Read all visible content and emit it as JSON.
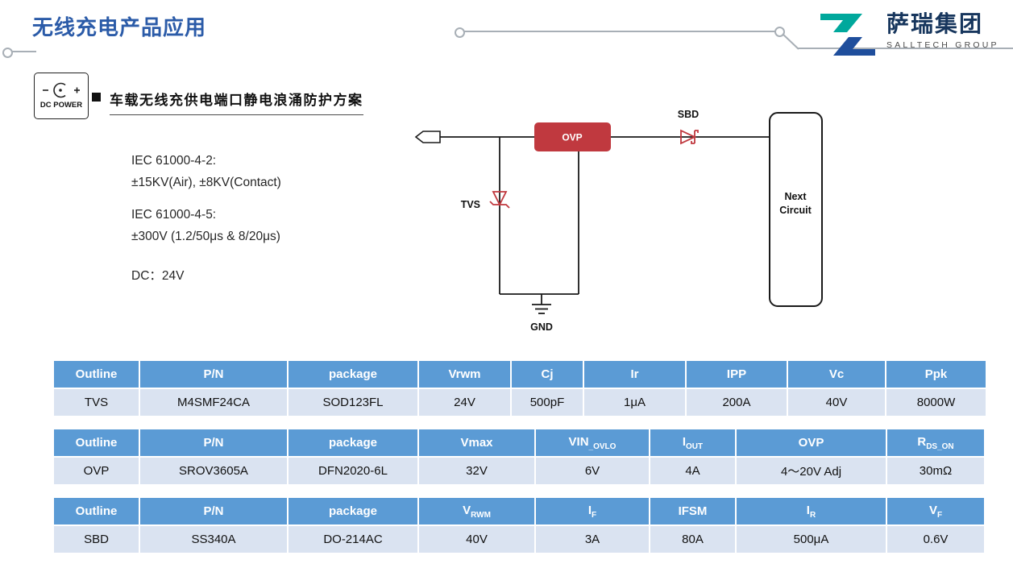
{
  "page": {
    "title": "无线充电产品应用",
    "bullet": "■",
    "heading": "车载无线充供电端口静电浪涌防护方案"
  },
  "logo": {
    "name": "萨瑞集团",
    "subtitle": "SALLTECH GROUP"
  },
  "dc_power": {
    "label": "DC POWER"
  },
  "specs": {
    "lines": [
      "IEC 61000-4-2:",
      "±15KV(Air), ±8KV(Contact)",
      "IEC 61000-4-5:",
      "±300V  (1.2/50μs & 8/20μs)",
      "DC：24V"
    ]
  },
  "circuit": {
    "ovp": "OVP",
    "sbd": "SBD",
    "tvs": "TVS",
    "gnd": "GND",
    "next_line1": "Next",
    "next_line2": "Circuit"
  },
  "tables": [
    {
      "headers": [
        "Outline",
        "P/N",
        "package",
        "Vrwm",
        "Cj",
        "Ir",
        "IPP",
        "Vc",
        "Ppk"
      ],
      "row": [
        "TVS",
        "M4SMF24CA",
        "SOD123FL",
        "24V",
        "500pF",
        "1μA",
        "200A",
        "40V",
        "8000W"
      ]
    },
    {
      "headers": [
        "Outline",
        "P/N",
        "package",
        "Vmax",
        "VIN|_OVLO",
        "I|OUT",
        "OVP",
        "R|DS_ON"
      ],
      "row": [
        "OVP",
        "SROV3605A",
        "DFN2020-6L",
        "32V",
        "6V",
        "4A",
        "4～20V Adj",
        "30mΩ"
      ]
    },
    {
      "headers": [
        "Outline",
        "P/N",
        "package",
        "V|RWM",
        "I|F",
        "IFSM",
        "I|R",
        "V|F"
      ],
      "row": [
        "SBD",
        "SS340A",
        "DO-214AC",
        "40V",
        "3A",
        "80A",
        "500μA",
        "0.6V"
      ]
    }
  ],
  "colors": {
    "header_blue": "#5B9BD5",
    "row_bg": "#DAE3F1",
    "accent_red": "#C0393F",
    "title_blue": "#2B5BA8",
    "logo_teal": "#00A89C",
    "logo_blue": "#1F4E9C"
  }
}
